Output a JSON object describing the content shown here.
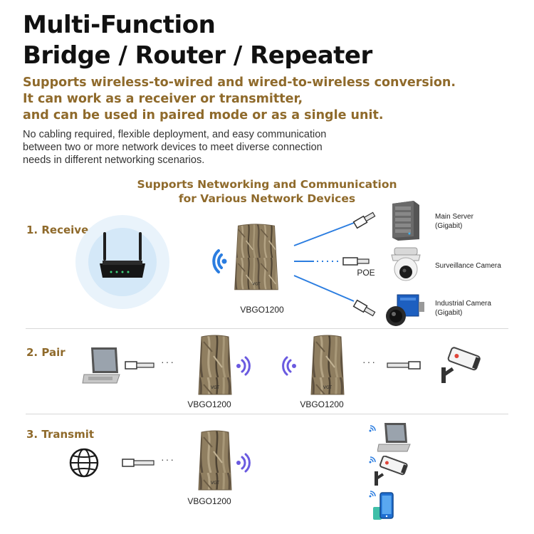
{
  "header": {
    "title_line1": "Multi-Function",
    "title_line2": "Bridge / Router / Repeater",
    "subtitle_line1": "Supports wireless-to-wired and wired-to-wireless conversion.",
    "subtitle_line2": "It can work as a receiver or transmitter,",
    "subtitle_line3": "and can be used in paired mode or as a single unit.",
    "desc_line1": "No cabling required, flexible deployment, and easy communication",
    "desc_line2": "between two or more network devices to meet diverse connection",
    "desc_line3": "needs in different networking scenarios."
  },
  "section": {
    "heading_line1": "Supports Networking and Communication",
    "heading_line2": "for Various Network Devices"
  },
  "receive": {
    "label": "1. Receive",
    "device_label": "VBGO1200",
    "poe_label": "POE",
    "server_line1": "Main Server",
    "server_line2": "(Gigabit)",
    "surveillance_label": "Surveillance Camera",
    "industrial_line1": "Industrial Camera",
    "industrial_line2": "(Gigabit)"
  },
  "pair": {
    "label": "2. Pair",
    "device_left": "VBGO1200",
    "device_right": "VBGO1200"
  },
  "transmit": {
    "label": "3. Transmit",
    "device_label": "VBGO1200"
  },
  "brand_mark": "VGT",
  "dots": "···",
  "colors": {
    "accent": "#8f6a2b",
    "wifi_blue": "#2b7de0",
    "wifi_purple": "#6a5ae0",
    "camo_base": "#8a7a5e"
  }
}
